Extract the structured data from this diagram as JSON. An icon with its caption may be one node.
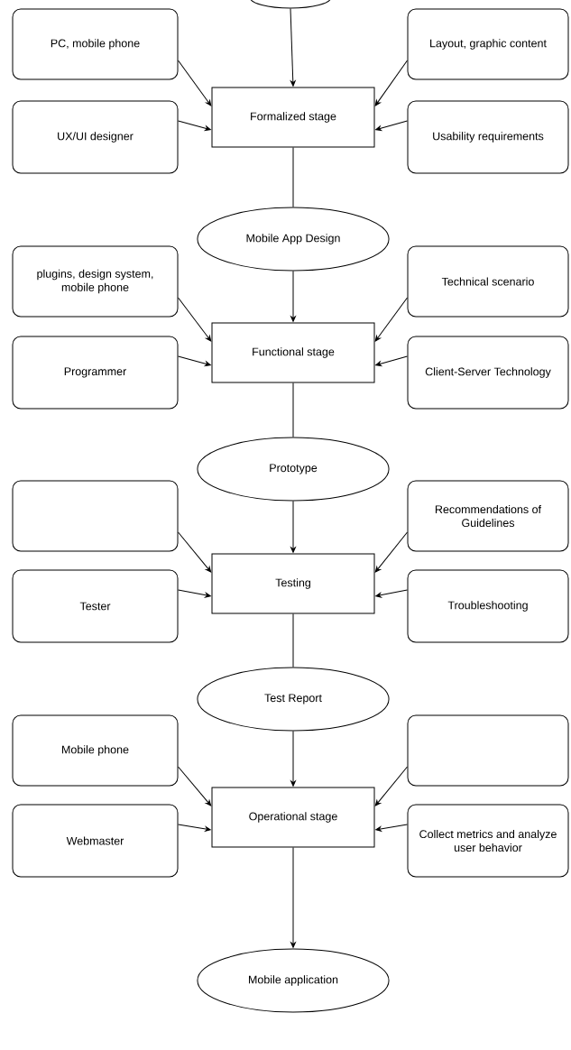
{
  "diagram": {
    "nodes": [
      {
        "text": [],
        "shape": "ellipse"
      },
      {
        "text": [
          "PC, mobile phone"
        ]
      },
      {
        "text": [
          "Layout, graphic content"
        ]
      },
      {
        "text": [
          "Formalized stage"
        ]
      },
      {
        "text": [
          "UX/UI designer"
        ]
      },
      {
        "text": [
          "Usability requirements"
        ]
      },
      {
        "text": [
          "Mobile App Design"
        ]
      },
      {
        "text": [
          "plugins, design system, mobile phone"
        ]
      },
      {
        "text": [
          "Technical scenario"
        ]
      },
      {
        "text": [
          "Functional stage"
        ]
      },
      {
        "text": [
          "Programmer"
        ]
      },
      {
        "text": [
          "Client-Server Technology"
        ]
      },
      {
        "text": [
          "Prototype"
        ]
      },
      {
        "text": [],
        "shape": "box"
      },
      {
        "text": [
          "Recommendations of Guidelines"
        ]
      },
      {
        "text": [
          "Testing"
        ]
      },
      {
        "text": [
          "Tester"
        ]
      },
      {
        "text": [
          "Troubleshooting"
        ]
      },
      {
        "text": [
          "Test Report"
        ]
      },
      {
        "text": [
          "Mobile phone"
        ]
      },
      {
        "text": [],
        "shape": "box"
      },
      {
        "text": [
          "Operational stage"
        ]
      },
      {
        "text": [
          "Webmaster"
        ]
      },
      {
        "text": [
          "Collect metrics and analyze user behavior"
        ]
      },
      {
        "text": [
          "Mobile application"
        ]
      }
    ],
    "edges": [
      {
        "from": 0,
        "to": 3,
        "arrow": "to"
      },
      {
        "from": 1,
        "to": 3,
        "arrow": "to"
      },
      {
        "from": 2,
        "to": 3,
        "arrow": "to"
      },
      {
        "from": 4,
        "to": 3,
        "arrow": "to"
      },
      {
        "from": 5,
        "to": 3,
        "arrow": "to"
      },
      {
        "from": 3,
        "to": 6,
        "arrow": "none"
      },
      {
        "from": 6,
        "to": 9,
        "arrow": "to"
      },
      {
        "from": 7,
        "to": 9,
        "arrow": "to"
      },
      {
        "from": 8,
        "to": 9,
        "arrow": "to"
      },
      {
        "from": 10,
        "to": 9,
        "arrow": "to"
      },
      {
        "from": 11,
        "to": 9,
        "arrow": "to"
      },
      {
        "from": 9,
        "to": 12,
        "arrow": "none"
      },
      {
        "from": 12,
        "to": 15,
        "arrow": "to"
      },
      {
        "from": 13,
        "to": 15,
        "arrow": "to"
      },
      {
        "from": 14,
        "to": 15,
        "arrow": "to"
      },
      {
        "from": 16,
        "to": 15,
        "arrow": "to"
      },
      {
        "from": 17,
        "to": 15,
        "arrow": "to"
      },
      {
        "from": 15,
        "to": 18,
        "arrow": "none"
      },
      {
        "from": 18,
        "to": 21,
        "arrow": "to"
      },
      {
        "from": 19,
        "to": 21,
        "arrow": "to"
      },
      {
        "from": 20,
        "to": 21,
        "arrow": "to"
      },
      {
        "from": 22,
        "to": 21,
        "arrow": "to"
      },
      {
        "from": 23,
        "to": 21,
        "arrow": "to"
      },
      {
        "from": 21,
        "to": 24,
        "arrow": "to"
      }
    ]
  }
}
